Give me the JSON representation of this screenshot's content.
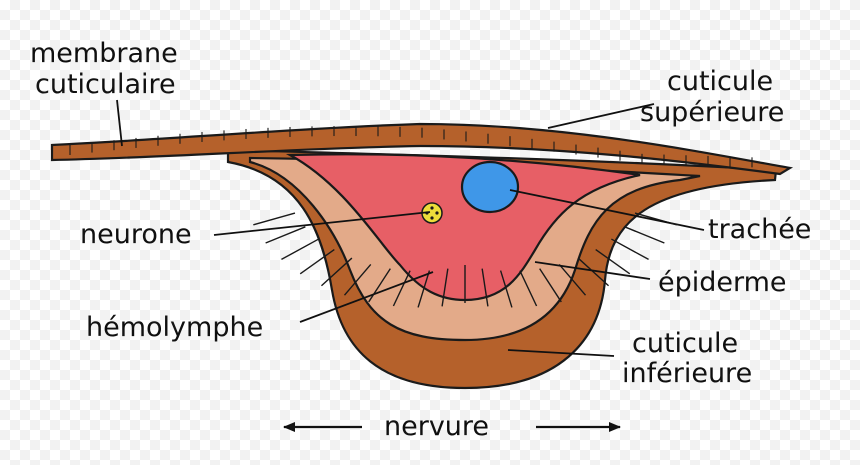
{
  "colors": {
    "cuticle": "#b5612b",
    "epidermis": "#e3aa89",
    "hemolymph": "#e75f66",
    "trachea": "#3f97e8",
    "neuron": "#ecdd3a",
    "outline": "#1a1a1a"
  },
  "labels": {
    "membrane": [
      "membrane",
      "cuticulaire"
    ],
    "cuticle_upper": [
      "cuticule",
      "supérieure"
    ],
    "neuron": "neurone",
    "trachea": "trachée",
    "epidermis": "épiderme",
    "hemolymph": "hémolymphe",
    "cuticle_lower": [
      "cuticule",
      "inférieure"
    ],
    "vein": "nervure"
  },
  "arrows": {
    "left": "left-arrow-icon",
    "right": "right-arrow-icon"
  }
}
